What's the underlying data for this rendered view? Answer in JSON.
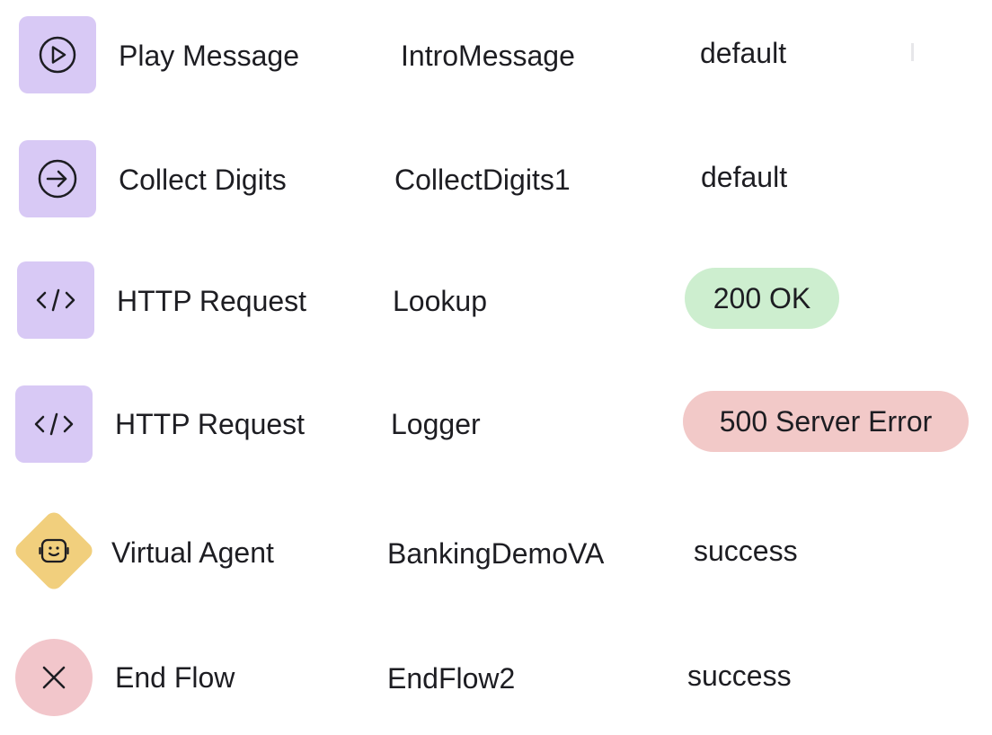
{
  "steps": [
    {
      "type": "Play Message",
      "name": "IntroMessage",
      "result": "default",
      "icon": "play-icon",
      "result_style": "plain"
    },
    {
      "type": "Collect Digits",
      "name": "CollectDigits1",
      "result": "default",
      "icon": "arrow-right-circle-icon",
      "result_style": "plain"
    },
    {
      "type": "HTTP Request",
      "name": "Lookup",
      "result": "200 OK",
      "icon": "code-icon",
      "result_style": "success-pill"
    },
    {
      "type": "HTTP Request",
      "name": "Logger",
      "result": "500 Server Error",
      "icon": "code-icon",
      "result_style": "error-pill"
    },
    {
      "type": "Virtual Agent",
      "name": "BankingDemoVA",
      "result": "success",
      "icon": "bot-face-icon",
      "result_style": "plain"
    },
    {
      "type": "End Flow",
      "name": "EndFlow2",
      "result": "success",
      "icon": "close-icon",
      "result_style": "plain"
    }
  ],
  "colors": {
    "action_icon_bg": "#d8c9f5",
    "agent_icon_bg": "#f1cf7d",
    "end_icon_bg": "#f2c6cb",
    "success_pill_bg": "#cdeecf",
    "error_pill_bg": "#f2c9c8",
    "text": "#1d1d22"
  }
}
